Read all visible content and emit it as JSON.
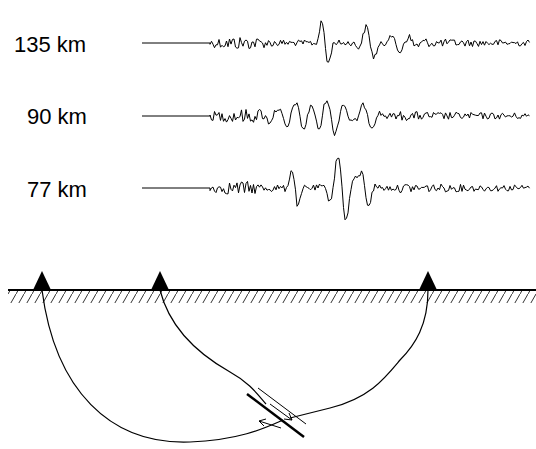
{
  "diagram": {
    "labels": [
      "135 km",
      "90 km",
      "77 km"
    ]
  }
}
